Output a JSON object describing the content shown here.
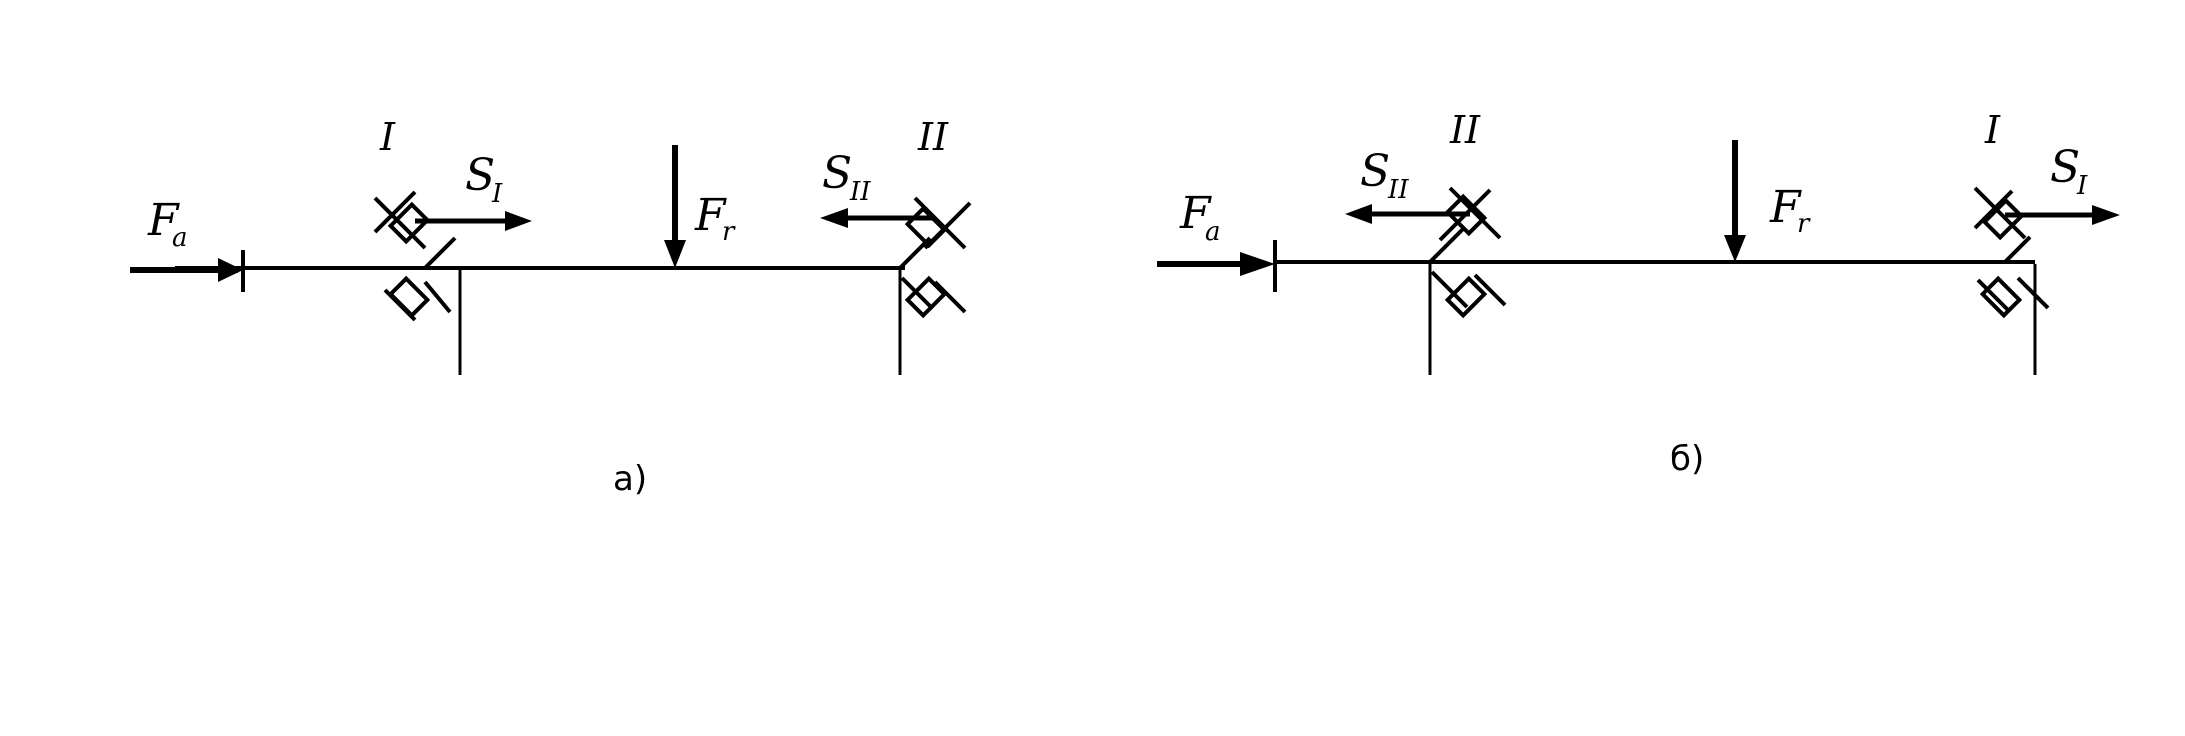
{
  "diagrams": [
    {
      "caption": "а)",
      "labels": {
        "fa": "F",
        "fa_sub": "a",
        "fr": "F",
        "fr_sub": "r",
        "s1": "S",
        "s1_sub": "I",
        "s2": "S",
        "s2_sub": "II",
        "b1": "I",
        "b2": "II"
      }
    },
    {
      "caption": "б)",
      "labels": {
        "fa": "F",
        "fa_sub": "a",
        "fr": "F",
        "fr_sub": "r",
        "s1": "S",
        "s1_sub": "I",
        "s2": "S",
        "s2_sub": "II",
        "b1": "I",
        "b2": "II"
      }
    }
  ]
}
